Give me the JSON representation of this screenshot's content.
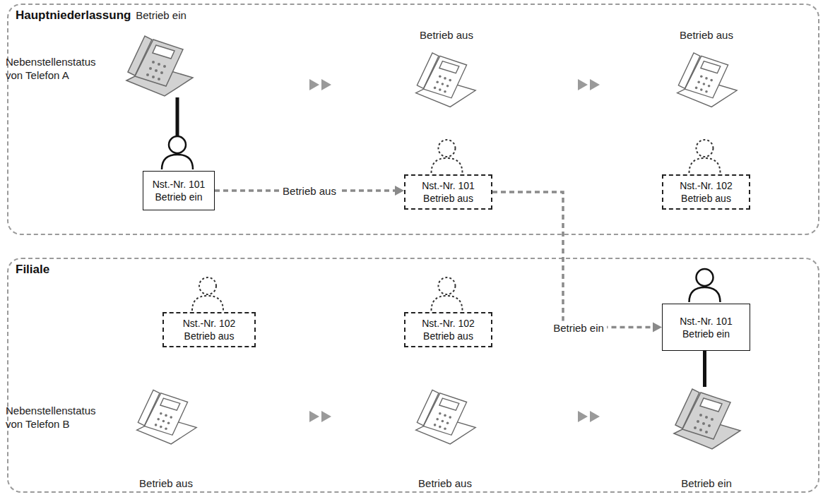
{
  "diagram": {
    "nodes": [
      {
        "text": [
          "Hauptniederlassung"
        ]
      },
      {
        "text": [
          "Nst.-Nr. 101 Betrieb ein"
        ],
        "in": 0
      },
      {
        "text": [
          "Nst.-Nr. 101 Betrieb aus"
        ],
        "in": 0
      },
      {
        "text": [
          "Nst.-Nr. 102 Betrieb aus"
        ],
        "in": 0
      },
      {
        "text": [
          "Filiale"
        ]
      },
      {
        "text": [
          "Nst.-Nr. 102 Betrieb aus"
        ],
        "in": 4
      },
      {
        "text": [
          "Nst.-Nr. 102 Betrieb aus"
        ],
        "in": 4
      },
      {
        "text": [
          "Nst.-Nr. 101 Betrieb ein"
        ],
        "in": 4
      }
    ],
    "edges": [
      {
        "from": 1,
        "to": 2,
        "label": "Betrieb aus",
        "arrow": "to"
      },
      {
        "from": 2,
        "to": 7,
        "label": "Betrieb ein",
        "arrow": "to"
      }
    ],
    "labels": [
      "Betrieb ein",
      "Betrieb aus",
      "Betrieb aus",
      "Nebenstellenstatus von Telefon A",
      "Nebenstellenstatus von Telefon B",
      "Betrieb aus",
      "Betrieb aus",
      "Betrieb ein"
    ]
  }
}
